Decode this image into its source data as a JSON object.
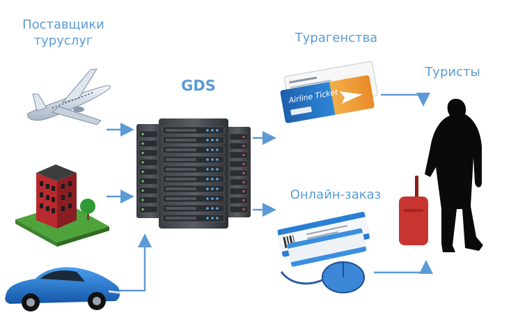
{
  "labels": {
    "suppliers_line1": "Поставщики",
    "suppliers_line2": "туруслуг",
    "gds": "GDS",
    "agencies": "Турагенства",
    "tourists": "Туристы",
    "online": "Онлайн-заказ",
    "ticket_text": "Airline Ticket"
  },
  "colors": {
    "text": "#5b9bd5",
    "arrow": "#5b9bd5",
    "server_body": "#4a4d52",
    "server_led_blue": "#5aa9e6",
    "server_led_red": "#d9534f",
    "server_led_green": "#7bc96f",
    "building_red": "#b9292f",
    "car_blue": "#1e6fc8",
    "ticket_blue": "#2a7fd4",
    "ticket_orange": "#f0a13a",
    "suitcase_red": "#c8342f",
    "silhouette": "#0a0a0a"
  },
  "icons": [
    "airplane-icon",
    "building-icon",
    "car-icon",
    "server-rack-icon",
    "airline-ticket-icon",
    "online-order-icon",
    "tourist-silhouette-icon"
  ]
}
